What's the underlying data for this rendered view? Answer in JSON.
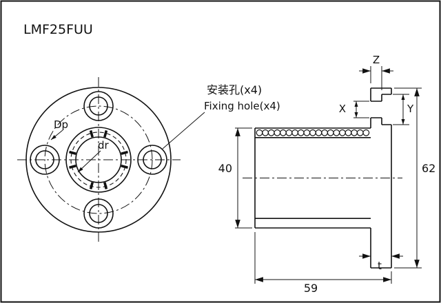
{
  "title": "LMF25FUU",
  "front_view": {
    "pitch_diameter_label": "Dp",
    "bore_diameter_label": "dr"
  },
  "callout": {
    "line1_cn": "安装孔(x4)",
    "line2_en": "Fixing hole(x4)"
  },
  "dimensions": {
    "body_diameter": "40",
    "flange_diameter": "62",
    "overall_length": "59",
    "flange_thickness": "t",
    "z": "Z",
    "x": "X",
    "y": "Y"
  },
  "colors": {
    "ink": "#111111",
    "background": "#ffffff"
  }
}
